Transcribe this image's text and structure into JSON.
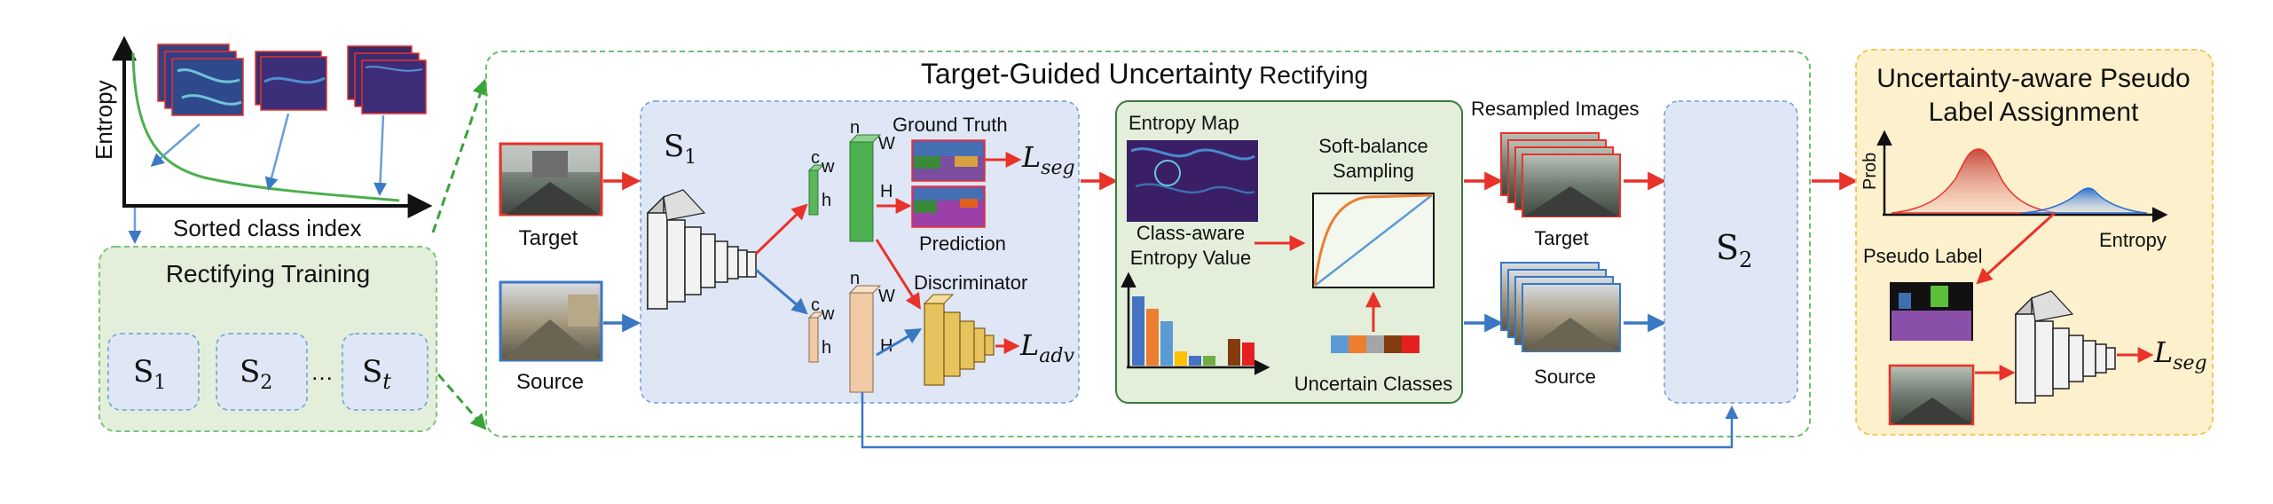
{
  "entropy_plot": {
    "y_label": "Entropy",
    "x_label": "Sorted class index"
  },
  "rectifying_training": {
    "title": "Rectifying Training",
    "models": [
      "S",
      "S",
      "S"
    ],
    "model_subs": [
      "1",
      "2",
      "t"
    ],
    "ellipsis": "…"
  },
  "tgur": {
    "title_main": "Target-Guided Uncertainty",
    "title_tail": " Rectifying"
  },
  "inputs": {
    "target_label": "Target",
    "source_label": "Source"
  },
  "s1_panel": {
    "name": "S",
    "sub": "1",
    "ground_truth": "Ground Truth",
    "prediction": "Prediction",
    "discriminator": "Discriminator",
    "loss_seg_main": "L",
    "loss_seg_sub": "seg",
    "loss_adv_main": "L",
    "loss_adv_sub": "adv",
    "dim_c": "c",
    "dim_w": "w",
    "dim_h": "h",
    "dim_n": "n",
    "dim_W": "W",
    "dim_H": "H"
  },
  "entropy_panel": {
    "entropy_map": "Entropy Map",
    "class_aware_1": "Class-aware",
    "class_aware_2": "Entropy Value",
    "soft_balance_1": "Soft-balance",
    "soft_balance_2": "Sampling",
    "uncertain_classes": "Uncertain Classes",
    "bars": [
      {
        "value": 0.78,
        "color": "#4472c4"
      },
      {
        "value": 0.64,
        "color": "#ed7d31"
      },
      {
        "value": 0.5,
        "color": "#5b9bd5"
      },
      {
        "value": 0.16,
        "color": "#ffc000"
      },
      {
        "value": 0.11,
        "color": "#4472c4"
      },
      {
        "value": 0.11,
        "color": "#70ad47"
      },
      {
        "value": 0.3,
        "color": "#843c0c"
      },
      {
        "value": 0.26,
        "color": "#e62020"
      }
    ],
    "uncertain_colors": [
      "#5b9bd5",
      "#ed7d31",
      "#a5a5a5",
      "#843c0c",
      "#e62020"
    ]
  },
  "resampled": {
    "title": "Resampled Images",
    "target_label": "Target",
    "source_label": "Source"
  },
  "s2": {
    "name": "S",
    "sub": "2"
  },
  "pseudo_panel": {
    "title_1": "Uncertainty-aware Pseudo",
    "title_2": "Label Assignment",
    "prob_label": "Prob",
    "entropy_label": "Entropy",
    "pseudo_label": "Pseudo Label",
    "loss_main": "L",
    "loss_sub": "seg"
  },
  "colors": {
    "green_dashed": "#5cb85c",
    "red_arrow": "#e8322a",
    "blue_arrow": "#3a78c3",
    "panel_blue": "#dfe6f5",
    "panel_green": "#e3efdb",
    "panel_yellow": "#fdf0cc"
  }
}
